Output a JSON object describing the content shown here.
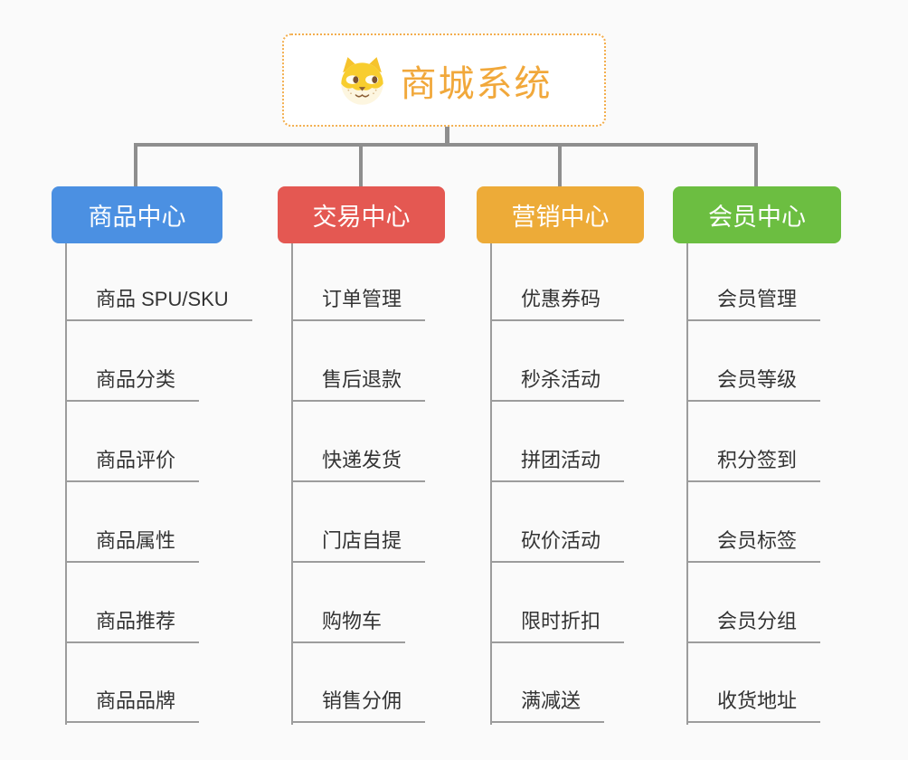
{
  "canvas": {
    "background": "#fafafa",
    "connector_color": "#8e8e8e",
    "child_line_color": "#9c9c9c",
    "child_text_color": "#333333"
  },
  "root": {
    "title": "商城系统",
    "icon": "doge-icon",
    "title_color": "#f1a83b",
    "border_color": "#f3ae4e"
  },
  "branches": [
    {
      "id": "product-center",
      "label": "商品中心",
      "color": "#4b90e2",
      "children": [
        "商品 SPU/SKU",
        "商品分类",
        "商品评价",
        "商品属性",
        "商品推荐",
        "商品品牌"
      ]
    },
    {
      "id": "trade-center",
      "label": "交易中心",
      "color": "#e45852",
      "children": [
        "订单管理",
        "售后退款",
        "快递发货",
        "门店自提",
        "购物车",
        "销售分佣"
      ]
    },
    {
      "id": "marketing-center",
      "label": "营销中心",
      "color": "#edab38",
      "children": [
        "优惠券码",
        "秒杀活动",
        "拼团活动",
        "砍价活动",
        "限时折扣",
        "满减送"
      ]
    },
    {
      "id": "member-center",
      "label": "会员中心",
      "color": "#6cbe41",
      "children": [
        "会员管理",
        "会员等级",
        "积分签到",
        "会员标签",
        "会员分组",
        "收货地址"
      ]
    }
  ]
}
